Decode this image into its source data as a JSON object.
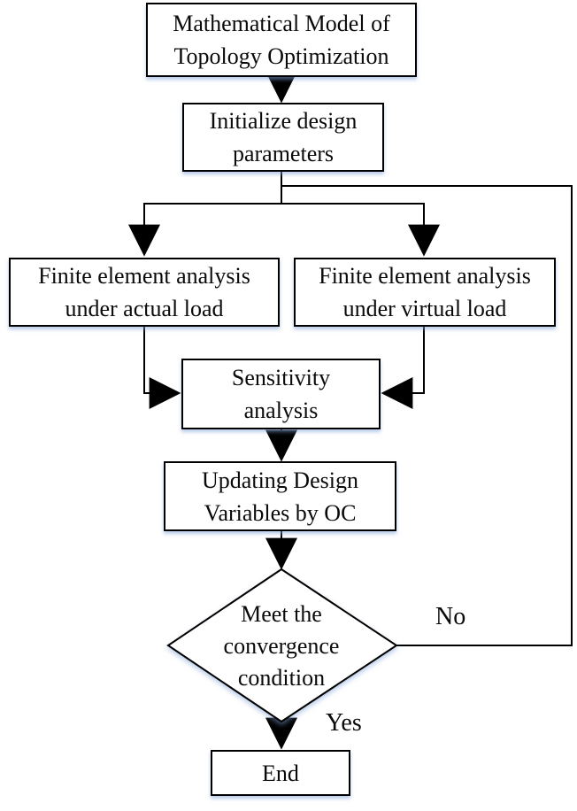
{
  "diagram": {
    "nodes": {
      "model": {
        "label": "Mathematical Model of\nTopology Optimization"
      },
      "init": {
        "label": "Initialize design\nparameters"
      },
      "fea_actual": {
        "label": "Finite element analysis\nunder actual load"
      },
      "fea_virtual": {
        "label": "Finite element analysis\nunder virtual load"
      },
      "sensitivity": {
        "label": "Sensitivity\nanalysis"
      },
      "update": {
        "label": "Updating Design\nVariables by OC"
      },
      "decision": {
        "label": "Meet the\nconvergence\ncondition"
      },
      "end": {
        "label": "End"
      }
    },
    "edge_labels": {
      "no": "No",
      "yes": "Yes"
    },
    "colors": {
      "line": "#000000",
      "node_fill": "#ffffff",
      "text": "#0a0a0a",
      "shadow": "#7da0d7"
    }
  }
}
